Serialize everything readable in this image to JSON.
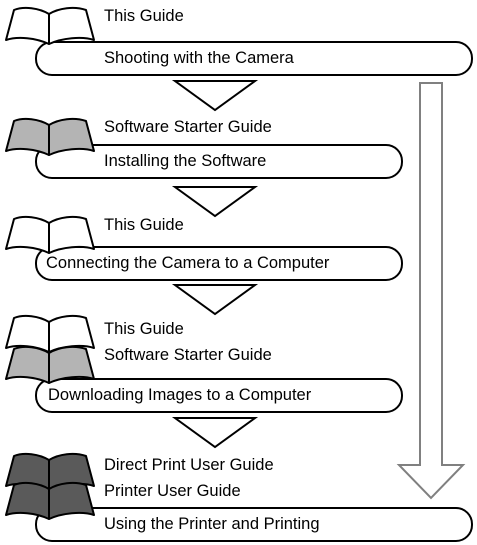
{
  "steps": [
    {
      "guides": [
        {
          "label": "This Guide",
          "book_color": "white"
        }
      ],
      "task": "Shooting with the Camera"
    },
    {
      "guides": [
        {
          "label": "Software Starter Guide",
          "book_color": "light-gray"
        }
      ],
      "task": "Installing the Software"
    },
    {
      "guides": [
        {
          "label": "This Guide",
          "book_color": "white"
        }
      ],
      "task": "Connecting the Camera to a Computer"
    },
    {
      "guides": [
        {
          "label": "This Guide",
          "book_color": "white"
        },
        {
          "label": "Software Starter Guide",
          "book_color": "light-gray"
        }
      ],
      "task": "Downloading Images to a Computer"
    },
    {
      "guides": [
        {
          "label": "Direct Print User Guide",
          "book_color": "dark-gray"
        },
        {
          "label": "Printer User Guide",
          "book_color": "dark-gray"
        }
      ],
      "task": "Using the Printer and Printing"
    }
  ],
  "colors": {
    "white": "#ffffff",
    "light-gray": "#b4b4b4",
    "dark-gray": "#5a5a5a",
    "arrow_fill": "#ffffff",
    "arrow_stroke": "#808080",
    "outline": "#000000"
  },
  "icons": {
    "book": "open-book-icon",
    "down_arrow": "down-arrow-icon",
    "chevron": "down-chevron-icon"
  }
}
